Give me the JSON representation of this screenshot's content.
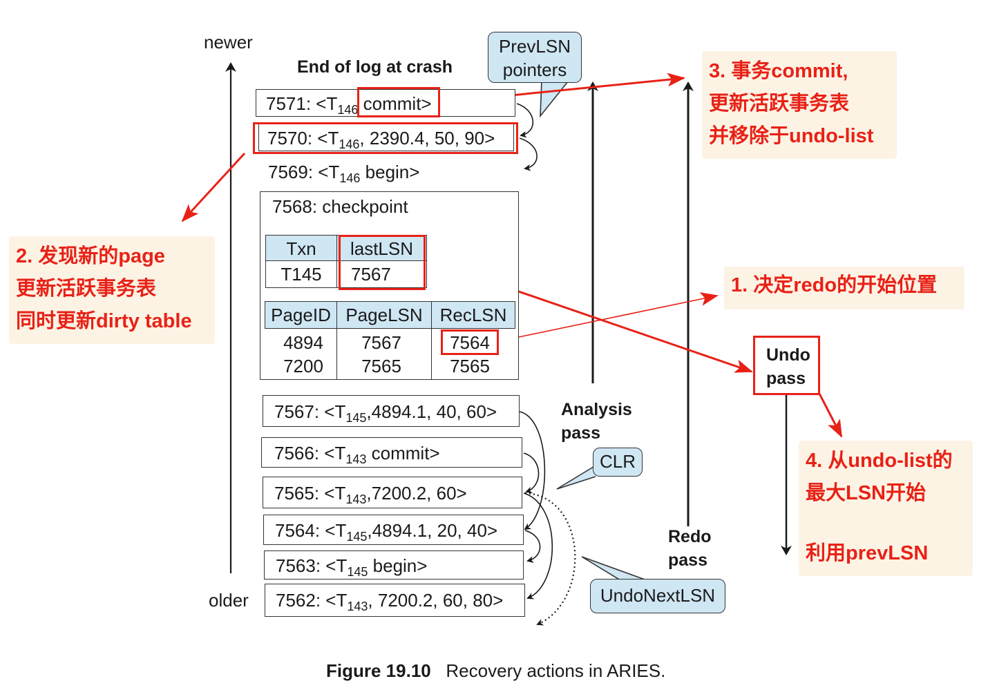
{
  "axis": {
    "newer_label": "newer",
    "older_label": "older"
  },
  "end_of_log_label": "End of log at crash",
  "log_top": [
    {
      "lsn": "7571",
      "pre": "<T",
      "sub": "146",
      "post": " commit>"
    },
    {
      "lsn": "7570",
      "pre": "<T",
      "sub": "146",
      "post": ", 2390.4, 50, 90>"
    },
    {
      "lsn": "7569",
      "pre": "<T",
      "sub": "146",
      "post": " begin>"
    }
  ],
  "checkpoint": {
    "title": "7568: checkpoint",
    "txn_table": {
      "headers": [
        "Txn",
        "lastLSN"
      ],
      "row": [
        "T145",
        "7567"
      ]
    },
    "dirty_table": {
      "headers": [
        "PageID",
        "PageLSN",
        "RecLSN"
      ],
      "rows": [
        [
          "4894",
          "7567",
          "7564"
        ],
        [
          "7200",
          "7565",
          "7565"
        ]
      ]
    }
  },
  "log_bottom": [
    {
      "lsn": "7567",
      "pre": "<T",
      "sub": "145",
      "post": ",4894.1, 40, 60>"
    },
    {
      "lsn": "7566",
      "pre": "<T",
      "sub": "143",
      "post": " commit>"
    },
    {
      "lsn": "7565",
      "pre": "<T",
      "sub": "143",
      "post": ",7200.2, 60>"
    },
    {
      "lsn": "7564",
      "pre": "<T",
      "sub": "145",
      "post": ",4894.1, 20, 40>"
    },
    {
      "lsn": "7563",
      "pre": "<T",
      "sub": "145",
      "post": " begin>"
    },
    {
      "lsn": "7562",
      "pre": "<T",
      "sub": "143",
      "post": ", 7200.2, 60, 80>"
    }
  ],
  "callouts": {
    "prevlsn": [
      "PrevLSN",
      "pointers"
    ],
    "clr": "CLR",
    "undonextlsn": "UndoNextLSN"
  },
  "passes": {
    "analysis": [
      "Analysis",
      "pass"
    ],
    "redo": [
      "Redo",
      "pass"
    ],
    "undo": [
      "Undo",
      "pass"
    ]
  },
  "annotations": {
    "note1": [
      "1. 决定redo的开始位置"
    ],
    "note2": [
      "2. 发现新的page",
      "更新活跃事务表",
      "同时更新dirty table"
    ],
    "note3": [
      "3. 事务commit,",
      "更新活跃事务表",
      "并移除于undo-list"
    ],
    "note4": [
      "4. 从undo-list的",
      "最大LSN开始",
      "",
      "利用prevLSN"
    ]
  },
  "caption": {
    "label": "Figure 19.10",
    "text": "Recovery actions in ARIES."
  },
  "colors": {
    "annotation_red": "#e82117",
    "table_header_blue": "#cfe6f3",
    "note_background": "#fdf3e4"
  }
}
